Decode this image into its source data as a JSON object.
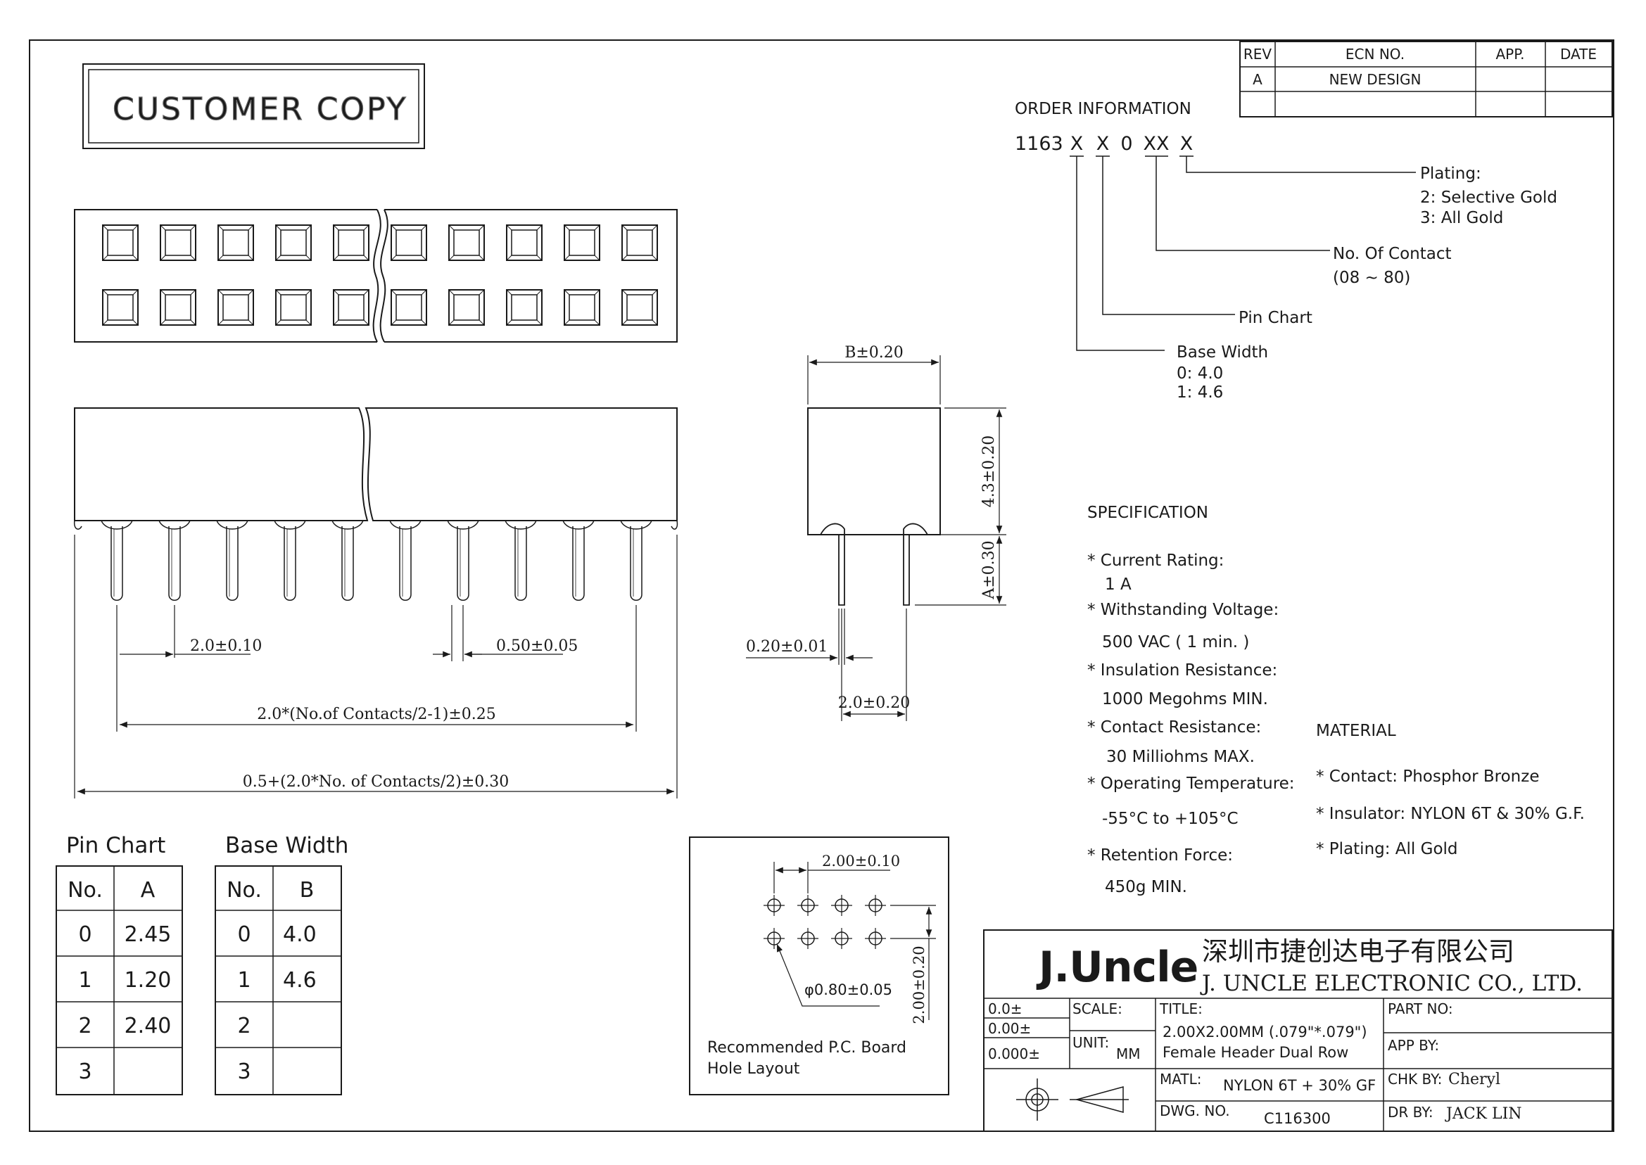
{
  "stamp": "CUSTOMER COPY",
  "revision_table": {
    "headers": [
      "REV",
      "ECN NO.",
      "APP.",
      "DATE"
    ],
    "rows": [
      [
        "A",
        "NEW DESIGN",
        "",
        ""
      ]
    ]
  },
  "order_info": {
    "title": "ORDER INFORMATION",
    "code_prefix": "1163",
    "code_fields": [
      "X",
      "X",
      "0",
      "XX",
      "X"
    ],
    "callouts": {
      "plating": [
        "Plating:",
        "2: Selective Gold",
        "3: All Gold"
      ],
      "contacts": [
        "No. Of Contact",
        "(08 ~ 80)"
      ],
      "pin_chart": [
        "Pin Chart"
      ],
      "base_width": [
        "Base Width",
        "0: 4.0",
        "1: 4.6"
      ]
    }
  },
  "dimensions": {
    "pitch": "2.0±0.10",
    "pin_width": "0.50±0.05",
    "span": "2.0*(No.of Contacts/2-1)±0.25",
    "overall": "0.5+(2.0*No. of Contacts/2)±0.30",
    "base_b": "B±0.20",
    "height": "4.3±0.20",
    "tail": "A±0.30",
    "pin_thick": "0.20±0.01",
    "row_pitch": "2.0±0.20"
  },
  "specification": {
    "title": "SPECIFICATION",
    "items": [
      {
        "label": "* Current Rating:",
        "value": "1 A"
      },
      {
        "label": "* Withstanding Voltage:",
        "value": "500 VAC ( 1 min. )"
      },
      {
        "label": "* Insulation Resistance:",
        "value": "1000 Megohms MIN."
      },
      {
        "label": "* Contact Resistance:",
        "value": "30 Milliohms MAX."
      },
      {
        "label": "* Operating Temperature:",
        "value": "-55°C to +105°C"
      },
      {
        "label": "* Retention Force:",
        "value": "450g MIN."
      }
    ]
  },
  "material": {
    "title": "MATERIAL",
    "items": [
      "* Contact: Phosphor Bronze",
      "* Insulator: NYLON 6T & 30% G.F.",
      "* Plating: All Gold"
    ]
  },
  "pin_chart": {
    "title": "Pin Chart",
    "headers": [
      "No.",
      "A"
    ],
    "rows": [
      [
        "0",
        "2.45"
      ],
      [
        "1",
        "1.20"
      ],
      [
        "2",
        "2.40"
      ],
      [
        "3",
        ""
      ]
    ]
  },
  "base_width": {
    "title": "Base Width",
    "headers": [
      "No.",
      "B"
    ],
    "rows": [
      [
        "0",
        "4.0"
      ],
      [
        "1",
        "4.6"
      ],
      [
        "2",
        ""
      ],
      [
        "3",
        ""
      ]
    ]
  },
  "pcb": {
    "pitch": "2.00±0.10",
    "row_pitch": "2.00±0.20",
    "hole": "φ0.80±0.05",
    "caption": [
      "Recommended P.C. Board",
      "Hole Layout"
    ]
  },
  "title_block": {
    "logo": "J.Uncle",
    "company_cn": "深圳市捷创达电子有限公司",
    "company_en": "J. UNCLE ELECTRONIC CO., LTD.",
    "tolerances": [
      "0.0±",
      "0.00±",
      "0.000±"
    ],
    "scale_label": "SCALE:",
    "unit_label": "UNIT:",
    "unit_value": "MM",
    "title_label": "TITLE:",
    "title_lines": [
      "2.00X2.00MM (.079\"*.079\")",
      "Female Header Dual Row"
    ],
    "matl_label": "MATL:",
    "matl_value": "NYLON 6T + 30% GF",
    "dwg_label": "DWG. NO.",
    "dwg_value": "C116300",
    "part_label": "PART NO:",
    "app_label": "APP BY:",
    "chk_label": "CHK BY:",
    "chk_value": "Cheryl",
    "dr_label": "DR BY:",
    "dr_value": "JACK LIN"
  }
}
